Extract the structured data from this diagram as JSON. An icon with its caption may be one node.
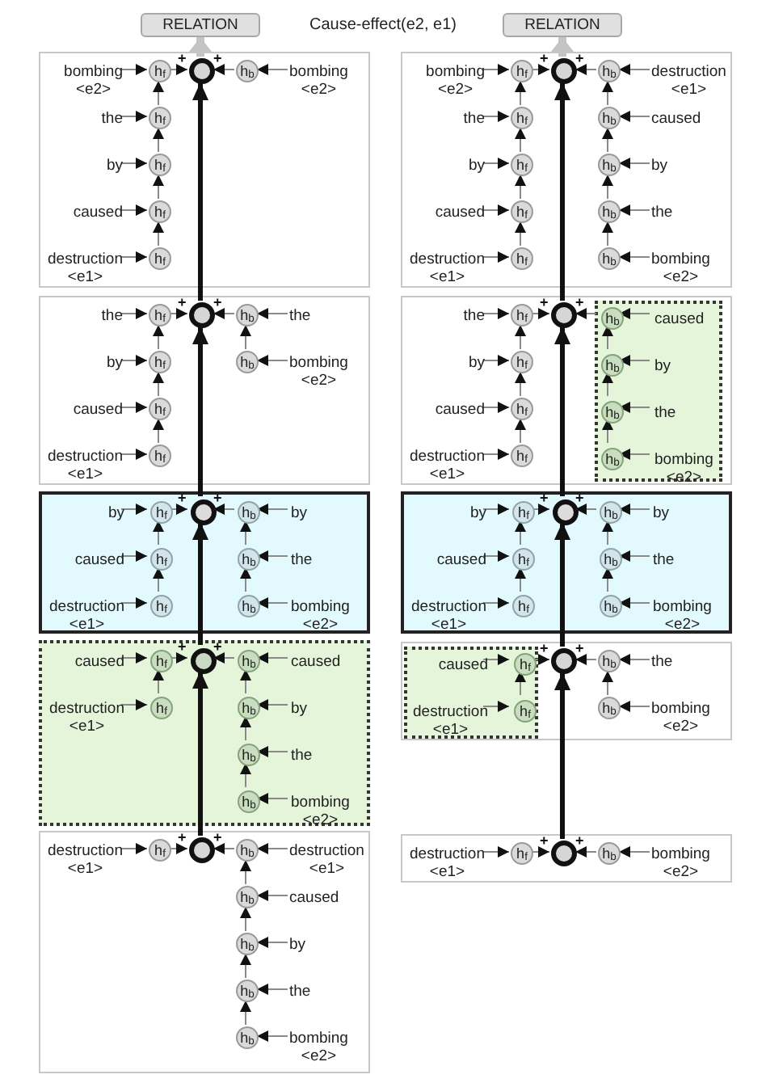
{
  "diagram": {
    "nodes": [
      {
        "text": [
          "RELATION"
        ]
      },
      {
        "text": [
          "RELATION"
        ]
      },
      {
        "text": [],
        "shape": "box"
      },
      {
        "text": [],
        "shape": "circle",
        "in": 2
      },
      {
        "text": [
          "bombing <e2>"
        ],
        "in": 2
      },
      {
        "text": [
          "h$_{f}$"
        ],
        "in": 2
      },
      {
        "text": [
          "the"
        ],
        "in": 2
      },
      {
        "text": [
          "h$_{f}$"
        ],
        "in": 2
      },
      {
        "text": [
          "by"
        ],
        "in": 2
      },
      {
        "text": [
          "h$_{f}$"
        ],
        "in": 2
      },
      {
        "text": [
          "caused"
        ],
        "in": 2
      },
      {
        "text": [
          "h$_{f}$"
        ],
        "in": 2
      },
      {
        "text": [
          "destruction <e1>"
        ],
        "in": 2
      },
      {
        "text": [
          "h$_{f}$"
        ],
        "in": 2
      },
      {
        "text": [
          "h$_{b}$"
        ],
        "in": 2
      },
      {
        "text": [
          "bombing <e2>"
        ],
        "in": 2
      },
      {
        "text": [],
        "shape": "box"
      },
      {
        "text": [],
        "shape": "circle",
        "in": 16
      },
      {
        "text": [
          "bombing <e2>"
        ],
        "in": 16
      },
      {
        "text": [
          "h$_{f}$"
        ],
        "in": 16
      },
      {
        "text": [
          "the"
        ],
        "in": 16
      },
      {
        "text": [
          "h$_{f}$"
        ],
        "in": 16
      },
      {
        "text": [
          "by"
        ],
        "in": 16
      },
      {
        "text": [
          "h$_{f}$"
        ],
        "in": 16
      },
      {
        "text": [
          "caused"
        ],
        "in": 16
      },
      {
        "text": [
          "h$_{f}$"
        ],
        "in": 16
      },
      {
        "text": [
          "destruction <e1>"
        ],
        "in": 16
      },
      {
        "text": [
          "h$_{f}$"
        ],
        "in": 16
      },
      {
        "text": [
          "h$_{b}$"
        ],
        "in": 16
      },
      {
        "text": [
          "destruction <e1>"
        ],
        "in": 16
      },
      {
        "text": [
          "h$_{b}$"
        ],
        "in": 16
      },
      {
        "text": [
          "caused"
        ],
        "in": 16
      },
      {
        "text": [
          "h$_{b}$"
        ],
        "in": 16
      },
      {
        "text": [
          "by"
        ],
        "in": 16
      },
      {
        "text": [
          "h$_{b}$"
        ],
        "in": 16
      },
      {
        "text": [
          "the"
        ],
        "in": 16
      },
      {
        "text": [
          "h$_{b}$"
        ],
        "in": 16
      },
      {
        "text": [
          "bombing <e2>"
        ],
        "in": 16
      },
      {
        "text": [],
        "shape": "box"
      },
      {
        "text": [],
        "shape": "circle",
        "in": 38
      },
      {
        "text": [
          "the"
        ],
        "in": 38
      },
      {
        "text": [
          "h$_{f}$"
        ],
        "in": 38
      },
      {
        "text": [
          "by"
        ],
        "in": 38
      },
      {
        "text": [
          "h$_{f}$"
        ],
        "in": 38
      },
      {
        "text": [
          "caused"
        ],
        "in": 38
      },
      {
        "text": [
          "h$_{f}$"
        ],
        "in": 38
      },
      {
        "text": [
          "destruction <e1>"
        ],
        "in": 38
      },
      {
        "text": [
          "h$_{f}$"
        ],
        "in": 38
      },
      {
        "text": [
          "h$_{b}$"
        ],
        "in": 38
      },
      {
        "text": [
          "the"
        ],
        "in": 38
      },
      {
        "text": [
          "h$_{b}$"
        ],
        "in": 38
      },
      {
        "text": [
          "bombing <e2>"
        ],
        "in": 38
      },
      {
        "text": [],
        "shape": "box"
      },
      {
        "text": [],
        "shape": "circle",
        "in": 52
      },
      {
        "text": [
          "the"
        ],
        "in": 52
      },
      {
        "text": [
          "h$_{f}$"
        ],
        "in": 52
      },
      {
        "text": [
          "by"
        ],
        "in": 52
      },
      {
        "text": [
          "h$_{f}$"
        ],
        "in": 52
      },
      {
        "text": [
          "caused"
        ],
        "in": 52
      },
      {
        "text": [
          "h$_{f}$"
        ],
        "in": 52
      },
      {
        "text": [
          "destruction <e1>"
        ],
        "in": 52
      },
      {
        "text": [
          "h$_{f}$"
        ],
        "in": 52
      },
      {
        "text": [],
        "shape": "box",
        "in": 52
      },
      {
        "text": [
          "h$_{b}$"
        ],
        "in": 62
      },
      {
        "text": [
          "caused"
        ],
        "in": 62
      },
      {
        "text": [
          "h$_{b}$"
        ],
        "in": 62
      },
      {
        "text": [
          "by"
        ],
        "in": 62
      },
      {
        "text": [
          "h$_{b}$"
        ],
        "in": 62
      },
      {
        "text": [
          "the"
        ],
        "in": 62
      },
      {
        "text": [
          "h$_{b}$"
        ],
        "in": 62
      },
      {
        "text": [
          "bombing <e2>"
        ],
        "in": 62
      },
      {
        "text": [],
        "shape": "box"
      },
      {
        "text": [],
        "shape": "circle",
        "in": 71
      },
      {
        "text": [
          "by"
        ],
        "in": 71
      },
      {
        "text": [
          "h$_{f}$"
        ],
        "in": 71
      },
      {
        "text": [
          "caused"
        ],
        "in": 71
      },
      {
        "text": [
          "h$_{f}$"
        ],
        "in": 71
      },
      {
        "text": [
          "destruction <e1>"
        ],
        "in": 71
      },
      {
        "text": [
          "h$_{f}$"
        ],
        "in": 71
      },
      {
        "text": [
          "h$_{b}$"
        ],
        "in": 71
      },
      {
        "text": [
          "by"
        ],
        "in": 71
      },
      {
        "text": [
          "h$_{b}$"
        ],
        "in": 71
      },
      {
        "text": [
          "the"
        ],
        "in": 71
      },
      {
        "text": [
          "h$_{b}$"
        ],
        "in": 71
      },
      {
        "text": [
          "bombing <e2>"
        ],
        "in": 71
      },
      {
        "text": [],
        "shape": "box"
      },
      {
        "text": [],
        "shape": "circle",
        "in": 85
      },
      {
        "text": [
          "by"
        ],
        "in": 85
      },
      {
        "text": [
          "h$_{f}$"
        ],
        "in": 85
      },
      {
        "text": [
          "caused"
        ],
        "in": 85
      },
      {
        "text": [
          "h$_{f}$"
        ],
        "in": 85
      },
      {
        "text": [
          "destruction <e1>"
        ],
        "in": 85
      },
      {
        "text": [
          "h$_{f}$"
        ],
        "in": 85
      },
      {
        "text": [
          "h$_{b}$"
        ],
        "in": 85
      },
      {
        "text": [
          "by"
        ],
        "in": 85
      },
      {
        "text": [
          "h$_{b}$"
        ],
        "in": 85
      },
      {
        "text": [
          "the"
        ],
        "in": 85
      },
      {
        "text": [
          "h$_{b}$"
        ],
        "in": 85
      },
      {
        "text": [
          "bombing <e2>"
        ],
        "in": 85
      },
      {
        "text": [],
        "shape": "box"
      },
      {
        "text": [],
        "shape": "circle",
        "in": 99
      },
      {
        "text": [
          "caused"
        ],
        "in": 99
      },
      {
        "text": [
          "h$_{f}$"
        ],
        "in": 99
      },
      {
        "text": [
          "destruction <e1>"
        ],
        "in": 99
      },
      {
        "text": [
          "h$_{f}$"
        ],
        "in": 99
      },
      {
        "text": [
          "h$_{b}$"
        ],
        "in": 99
      },
      {
        "text": [
          "caused"
        ],
        "in": 99
      },
      {
        "text": [
          "h$_{b}$"
        ],
        "in": 99
      },
      {
        "text": [
          "by"
        ],
        "in": 99
      },
      {
        "text": [
          "h$_{b}$"
        ],
        "in": 99
      },
      {
        "text": [
          "the"
        ],
        "in": 99
      },
      {
        "text": [
          "h$_{b}$"
        ],
        "in": 99
      },
      {
        "text": [
          "bombing <e2>"
        ],
        "in": 99
      },
      {
        "text": [],
        "shape": "box"
      },
      {
        "text": [],
        "shape": "circle",
        "in": 113
      },
      {
        "text": [],
        "shape": "box",
        "in": 113
      },
      {
        "text": [
          "caused"
        ],
        "in": 115
      },
      {
        "text": [
          "h$_{f}$"
        ],
        "in": 115
      },
      {
        "text": [
          "destruction <e1>"
        ],
        "in": 115
      },
      {
        "text": [
          "h$_{f}$"
        ],
        "in": 115
      },
      {
        "text": [
          "h$_{b}$"
        ],
        "in": 113
      },
      {
        "text": [
          "the"
        ],
        "in": 113
      },
      {
        "text": [
          "h$_{b}$"
        ],
        "in": 113
      },
      {
        "text": [
          "bombing <e2>"
        ],
        "in": 113
      },
      {
        "text": [],
        "shape": "box"
      },
      {
        "text": [],
        "shape": "circle",
        "in": 124
      },
      {
        "text": [
          "destruction <e1>"
        ],
        "in": 124
      },
      {
        "text": [
          "h$_{f}$"
        ],
        "in": 124
      },
      {
        "text": [
          "h$_{b}$"
        ],
        "in": 124
      },
      {
        "text": [
          "destruction <e1>"
        ],
        "in": 124
      },
      {
        "text": [
          "h$_{b}$"
        ],
        "in": 124
      },
      {
        "text": [
          "caused"
        ],
        "in": 124
      },
      {
        "text": [
          "h$_{b}$"
        ],
        "in": 124
      },
      {
        "text": [
          "by"
        ],
        "in": 124
      },
      {
        "text": [
          "h$_{b}$"
        ],
        "in": 124
      },
      {
        "text": [
          "the"
        ],
        "in": 124
      },
      {
        "text": [
          "h$_{b}$"
        ],
        "in": 124
      },
      {
        "text": [
          "bombing <e2>"
        ],
        "in": 124
      },
      {
        "text": [],
        "shape": "box"
      },
      {
        "text": [],
        "shape": "circle",
        "in": 138
      },
      {
        "text": [
          "destruction <e1>"
        ],
        "in": 138
      },
      {
        "text": [
          "h$_{f}$"
        ],
        "in": 138
      },
      {
        "text": [
          "h$_{b}$"
        ],
        "in": 138
      },
      {
        "text": [
          "bombing <e2>"
        ],
        "in": 138
      }
    ],
    "edges": [
      {
        "from": 4,
        "to": 5,
        "arrow": "to"
      },
      {
        "from": 6,
        "to": 7,
        "arrow": "to"
      },
      {
        "from": 8,
        "to": 9,
        "arrow": "to"
      },
      {
        "from": 10,
        "to": 11,
        "arrow": "to"
      },
      {
        "from": 12,
        "to": 13,
        "arrow": "to"
      },
      {
        "from": 13,
        "to": 11,
        "arrow": "to"
      },
      {
        "from": 11,
        "to": 9,
        "arrow": "to"
      },
      {
        "from": 9,
        "to": 7,
        "arrow": "to"
      },
      {
        "from": 7,
        "to": 5,
        "arrow": "to"
      },
      {
        "from": 5,
        "to": 3,
        "arrow": "to"
      },
      {
        "from": 15,
        "to": 14,
        "arrow": "to"
      },
      {
        "from": 14,
        "to": 3,
        "arrow": "to"
      },
      {
        "from": 18,
        "to": 19,
        "arrow": "to"
      },
      {
        "from": 20,
        "to": 21,
        "arrow": "to"
      },
      {
        "from": 22,
        "to": 23,
        "arrow": "to"
      },
      {
        "from": 24,
        "to": 25,
        "arrow": "to"
      },
      {
        "from": 26,
        "to": 27,
        "arrow": "to"
      },
      {
        "from": 27,
        "to": 25,
        "arrow": "to"
      },
      {
        "from": 25,
        "to": 23,
        "arrow": "to"
      },
      {
        "from": 23,
        "to": 21,
        "arrow": "to"
      },
      {
        "from": 21,
        "to": 19,
        "arrow": "to"
      },
      {
        "from": 19,
        "to": 17,
        "arrow": "to"
      },
      {
        "from": 29,
        "to": 28,
        "arrow": "to"
      },
      {
        "from": 31,
        "to": 30,
        "arrow": "to"
      },
      {
        "from": 33,
        "to": 32,
        "arrow": "to"
      },
      {
        "from": 35,
        "to": 34,
        "arrow": "to"
      },
      {
        "from": 37,
        "to": 36,
        "arrow": "to"
      },
      {
        "from": 36,
        "to": 34,
        "arrow": "to"
      },
      {
        "from": 34,
        "to": 32,
        "arrow": "to"
      },
      {
        "from": 32,
        "to": 30,
        "arrow": "to"
      },
      {
        "from": 30,
        "to": 28,
        "arrow": "to"
      },
      {
        "from": 28,
        "to": 17,
        "arrow": "to"
      },
      {
        "from": 40,
        "to": 41,
        "arrow": "to"
      },
      {
        "from": 42,
        "to": 43,
        "arrow": "to"
      },
      {
        "from": 44,
        "to": 45,
        "arrow": "to"
      },
      {
        "from": 46,
        "to": 47,
        "arrow": "to"
      },
      {
        "from": 47,
        "to": 45,
        "arrow": "to"
      },
      {
        "from": 45,
        "to": 43,
        "arrow": "to"
      },
      {
        "from": 43,
        "to": 41,
        "arrow": "to"
      },
      {
        "from": 41,
        "to": 39,
        "arrow": "to"
      },
      {
        "from": 49,
        "to": 48,
        "arrow": "to"
      },
      {
        "from": 51,
        "to": 50,
        "arrow": "to"
      },
      {
        "from": 50,
        "to": 48,
        "arrow": "to"
      },
      {
        "from": 48,
        "to": 39,
        "arrow": "to"
      },
      {
        "from": 54,
        "to": 55,
        "arrow": "to"
      },
      {
        "from": 56,
        "to": 57,
        "arrow": "to"
      },
      {
        "from": 58,
        "to": 59,
        "arrow": "to"
      },
      {
        "from": 60,
        "to": 61,
        "arrow": "to"
      },
      {
        "from": 61,
        "to": 59,
        "arrow": "to"
      },
      {
        "from": 59,
        "to": 57,
        "arrow": "to"
      },
      {
        "from": 57,
        "to": 55,
        "arrow": "to"
      },
      {
        "from": 55,
        "to": 53,
        "arrow": "to"
      },
      {
        "from": 64,
        "to": 63,
        "arrow": "to"
      },
      {
        "from": 66,
        "to": 65,
        "arrow": "to"
      },
      {
        "from": 68,
        "to": 67,
        "arrow": "to"
      },
      {
        "from": 70,
        "to": 69,
        "arrow": "to"
      },
      {
        "from": 69,
        "to": 67,
        "arrow": "to"
      },
      {
        "from": 67,
        "to": 65,
        "arrow": "to"
      },
      {
        "from": 65,
        "to": 63,
        "arrow": "to"
      },
      {
        "from": 63,
        "to": 53,
        "arrow": "to"
      },
      {
        "from": 73,
        "to": 74,
        "arrow": "to"
      },
      {
        "from": 75,
        "to": 76,
        "arrow": "to"
      },
      {
        "from": 77,
        "to": 78,
        "arrow": "to"
      },
      {
        "from": 78,
        "to": 76,
        "arrow": "to"
      },
      {
        "from": 76,
        "to": 74,
        "arrow": "to"
      },
      {
        "from": 74,
        "to": 72,
        "arrow": "to"
      },
      {
        "from": 80,
        "to": 79,
        "arrow": "to"
      },
      {
        "from": 82,
        "to": 81,
        "arrow": "to"
      },
      {
        "from": 84,
        "to": 83,
        "arrow": "to"
      },
      {
        "from": 83,
        "to": 81,
        "arrow": "to"
      },
      {
        "from": 81,
        "to": 79,
        "arrow": "to"
      },
      {
        "from": 79,
        "to": 72,
        "arrow": "to"
      },
      {
        "from": 87,
        "to": 88,
        "arrow": "to"
      },
      {
        "from": 89,
        "to": 90,
        "arrow": "to"
      },
      {
        "from": 91,
        "to": 92,
        "arrow": "to"
      },
      {
        "from": 92,
        "to": 90,
        "arrow": "to"
      },
      {
        "from": 90,
        "to": 88,
        "arrow": "to"
      },
      {
        "from": 88,
        "to": 86,
        "arrow": "to"
      },
      {
        "from": 94,
        "to": 93,
        "arrow": "to"
      },
      {
        "from": 96,
        "to": 95,
        "arrow": "to"
      },
      {
        "from": 98,
        "to": 97,
        "arrow": "to"
      },
      {
        "from": 97,
        "to": 95,
        "arrow": "to"
      },
      {
        "from": 95,
        "to": 93,
        "arrow": "to"
      },
      {
        "from": 93,
        "to": 86,
        "arrow": "to"
      },
      {
        "from": 101,
        "to": 102,
        "arrow": "to"
      },
      {
        "from": 103,
        "to": 104,
        "arrow": "to"
      },
      {
        "from": 104,
        "to": 102,
        "arrow": "to"
      },
      {
        "from": 102,
        "to": 100,
        "arrow": "to"
      },
      {
        "from": 106,
        "to": 105,
        "arrow": "to"
      },
      {
        "from": 108,
        "to": 107,
        "arrow": "to"
      },
      {
        "from": 110,
        "to": 109,
        "arrow": "to"
      },
      {
        "from": 112,
        "to": 111,
        "arrow": "to"
      },
      {
        "from": 111,
        "to": 109,
        "arrow": "to"
      },
      {
        "from": 109,
        "to": 107,
        "arrow": "to"
      },
      {
        "from": 107,
        "to": 105,
        "arrow": "to"
      },
      {
        "from": 105,
        "to": 100,
        "arrow": "to"
      },
      {
        "from": 116,
        "to": 117,
        "arrow": "to"
      },
      {
        "from": 118,
        "to": 119,
        "arrow": "to"
      },
      {
        "from": 119,
        "to": 117,
        "arrow": "to"
      },
      {
        "from": 117,
        "to": 114,
        "arrow": "to"
      },
      {
        "from": 121,
        "to": 120,
        "arrow": "to"
      },
      {
        "from": 123,
        "to": 122,
        "arrow": "to"
      },
      {
        "from": 122,
        "to": 120,
        "arrow": "to"
      },
      {
        "from": 120,
        "to": 114,
        "arrow": "to"
      },
      {
        "from": 126,
        "to": 127,
        "arrow": "to"
      },
      {
        "from": 127,
        "to": 125,
        "arrow": "to"
      },
      {
        "from": 129,
        "to": 128,
        "arrow": "to"
      },
      {
        "from": 131,
        "to": 130,
        "arrow": "to"
      },
      {
        "from": 133,
        "to": 132,
        "arrow": "to"
      },
      {
        "from": 135,
        "to": 134,
        "arrow": "to"
      },
      {
        "from": 137,
        "to": 136,
        "arrow": "to"
      },
      {
        "from": 136,
        "to": 134,
        "arrow": "to"
      },
      {
        "from": 134,
        "to": 132,
        "arrow": "to"
      },
      {
        "from": 132,
        "to": 130,
        "arrow": "to"
      },
      {
        "from": 130,
        "to": 128,
        "arrow": "to"
      },
      {
        "from": 128,
        "to": 125,
        "arrow": "to"
      },
      {
        "from": 140,
        "to": 141,
        "arrow": "to"
      },
      {
        "from": 141,
        "to": 139,
        "arrow": "to"
      },
      {
        "from": 143,
        "to": 142,
        "arrow": "to"
      },
      {
        "from": 142,
        "to": 139,
        "arrow": "to"
      },
      {
        "from": 125,
        "to": 100,
        "arrow": "to",
        "style": "thick",
        "color": "#111111"
      },
      {
        "from": 100,
        "to": 72,
        "arrow": "to",
        "style": "thick",
        "color": "#111111"
      },
      {
        "from": 72,
        "to": 39,
        "arrow": "to",
        "style": "thick",
        "color": "#111111"
      },
      {
        "from": 39,
        "to": 3,
        "arrow": "to",
        "style": "thick",
        "color": "#111111"
      },
      {
        "from": 3,
        "to": 0,
        "arrow": "to",
        "style": "thick",
        "color": "#c4c4c4"
      },
      {
        "from": 139,
        "to": 114,
        "arrow": "to",
        "style": "thick",
        "color": "#111111"
      },
      {
        "from": 114,
        "to": 86,
        "arrow": "to",
        "style": "thick",
        "color": "#111111"
      },
      {
        "from": 86,
        "to": 53,
        "arrow": "to",
        "style": "thick",
        "color": "#111111"
      },
      {
        "from": 53,
        "to": 17,
        "arrow": "to",
        "style": "thick",
        "color": "#111111"
      },
      {
        "from": 17,
        "to": 1,
        "arrow": "to",
        "style": "thick",
        "color": "#c4c4c4"
      }
    ],
    "labels": [
      "Cause-effect(e2, e1)",
      "+",
      "+",
      "+",
      "+",
      "+",
      "+",
      "+",
      "+",
      "+",
      "+",
      "+",
      "+",
      "+",
      "+",
      "+",
      "+",
      "+",
      "+",
      "+",
      "+"
    ]
  }
}
